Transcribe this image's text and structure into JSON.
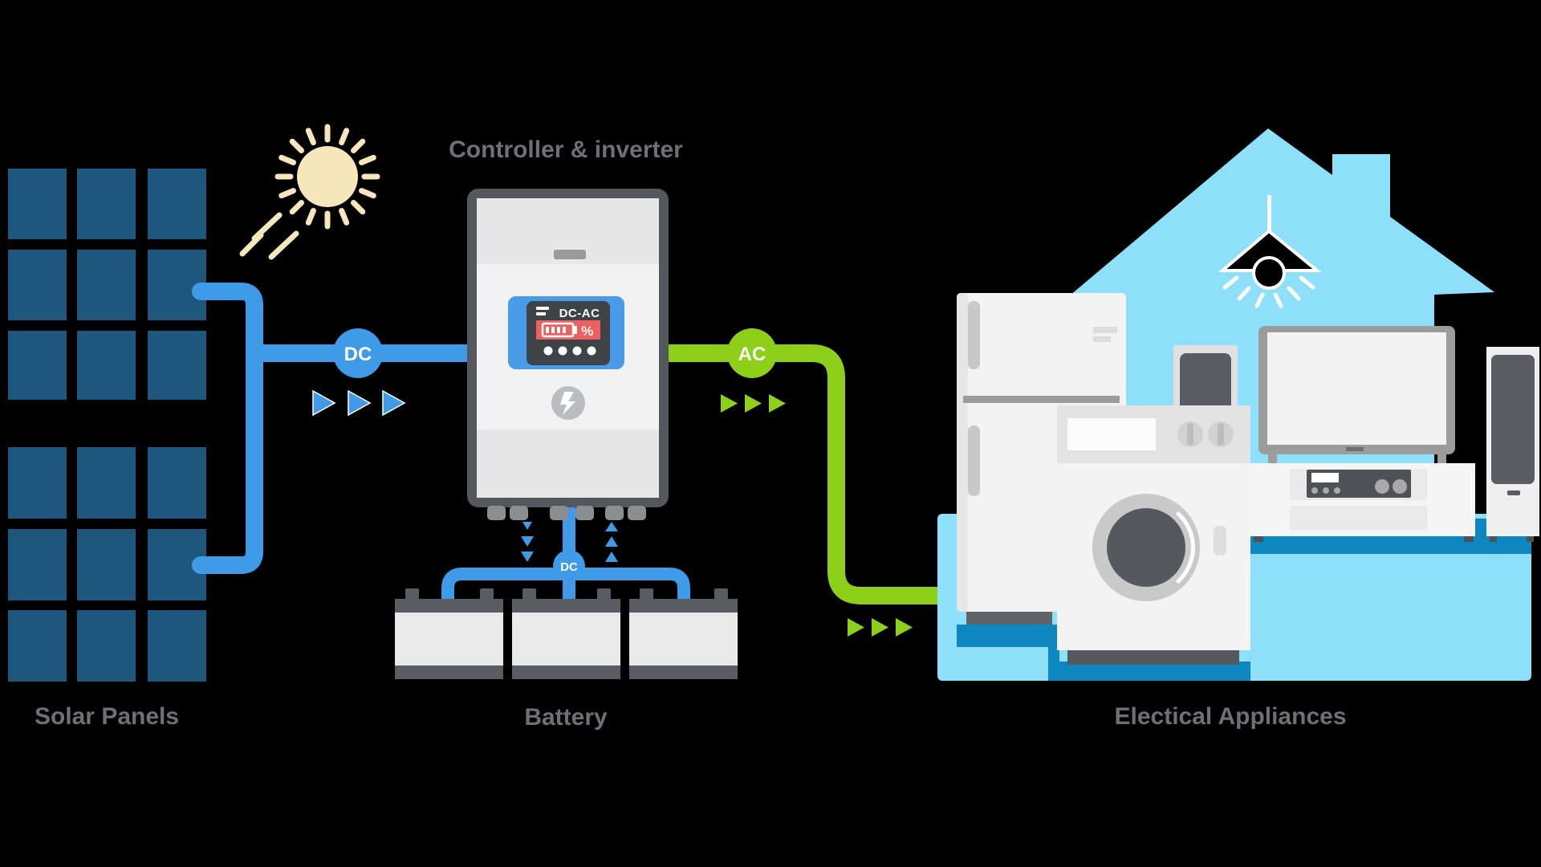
{
  "labels": {
    "solar_panels": "Solar Panels",
    "controller_inverter": "Controller & inverter",
    "battery": "Battery",
    "electrical_appliances": "Electical Appliances"
  },
  "badges": {
    "dc_main": "DC",
    "dc_battery": "DC",
    "ac": "AC"
  },
  "inverter_display": {
    "mode": "DC-AC",
    "percent_symbol": "%"
  },
  "counts": {
    "solar_grids": 2,
    "cells_per_grid": 9,
    "batteries": 3,
    "inverter_status_dots": 4
  },
  "icons": [
    "sun-icon",
    "solar-panel-icon",
    "battery-gauge-icon",
    "lightning-logo-icon",
    "pendant-lamp-icon",
    "fridge-icon",
    "washing-machine-icon",
    "tv-icon",
    "stereo-receiver-icon",
    "speaker-icon",
    "house-icon",
    "flow-arrow-icon"
  ],
  "colors": {
    "background": "#000000",
    "panel": "#1d577d",
    "wire_blue": "#3f9be8",
    "wire_green": "#8ed019",
    "house_blue": "#8edff9",
    "floor_stripe": "#0e86c0",
    "sun_yellow": "#f7e7bd",
    "label_text": "#6f7073",
    "inverter_frame": "#54585c",
    "inverter_body": "#f2f2f2",
    "inverter_band": "#e7e7e7",
    "display_blue": "#4a9ce8",
    "display_panel": "#3e4347",
    "alert_red": "#f05f5f",
    "battery_dark": "#595d61",
    "battery_body": "#e9e9e9",
    "appliance_white": "#f3f3f3",
    "appliance_gray": "#9c9c9c",
    "dark_gray": "#4e5256"
  }
}
